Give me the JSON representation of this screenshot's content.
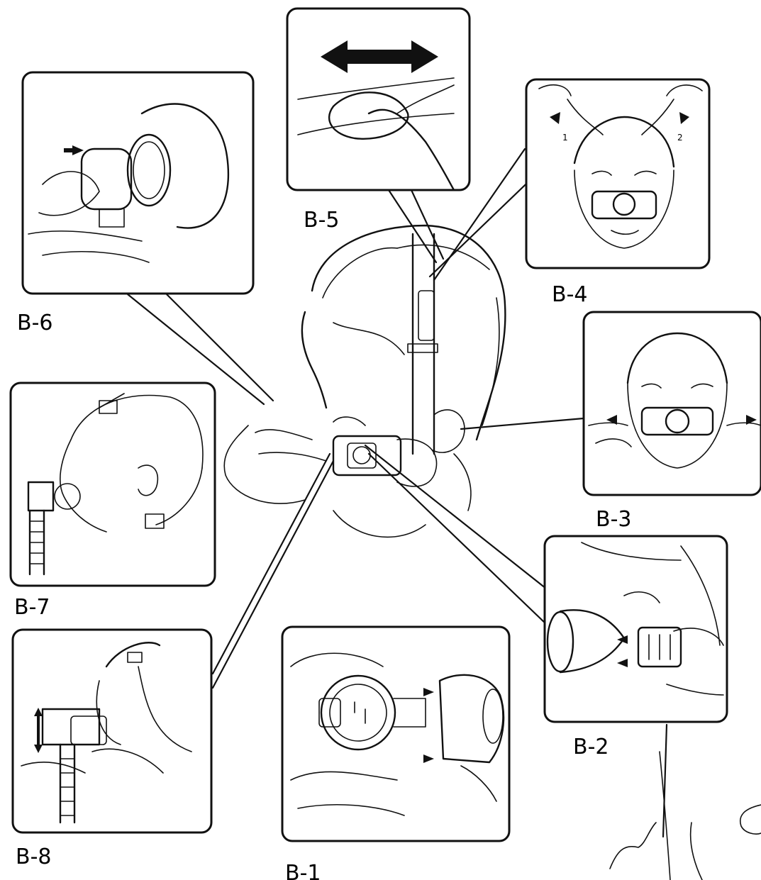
{
  "figure": {
    "panels": [
      {
        "id": "b6",
        "label": "B-6",
        "icon": "elbow-connector-attach-icon"
      },
      {
        "id": "b5",
        "label": "B-5",
        "icon": "strap-slider-adjust-icon"
      },
      {
        "id": "b4",
        "label": "B-4",
        "icon": "headgear-top-adjust-icon",
        "steps": [
          "1",
          "2"
        ]
      },
      {
        "id": "b3",
        "label": "B-3",
        "icon": "headgear-side-adjust-icon"
      },
      {
        "id": "b2",
        "label": "B-2",
        "icon": "frame-clip-attach-icon"
      },
      {
        "id": "b7",
        "label": "B-7",
        "icon": "fitted-mask-profile-icon"
      },
      {
        "id": "b8",
        "label": "B-8",
        "icon": "forehead-support-adjust-icon"
      },
      {
        "id": "b1",
        "label": "B-1",
        "icon": "cushion-attach-icon"
      }
    ],
    "center_icon": "patient-wearing-mask-icon"
  }
}
